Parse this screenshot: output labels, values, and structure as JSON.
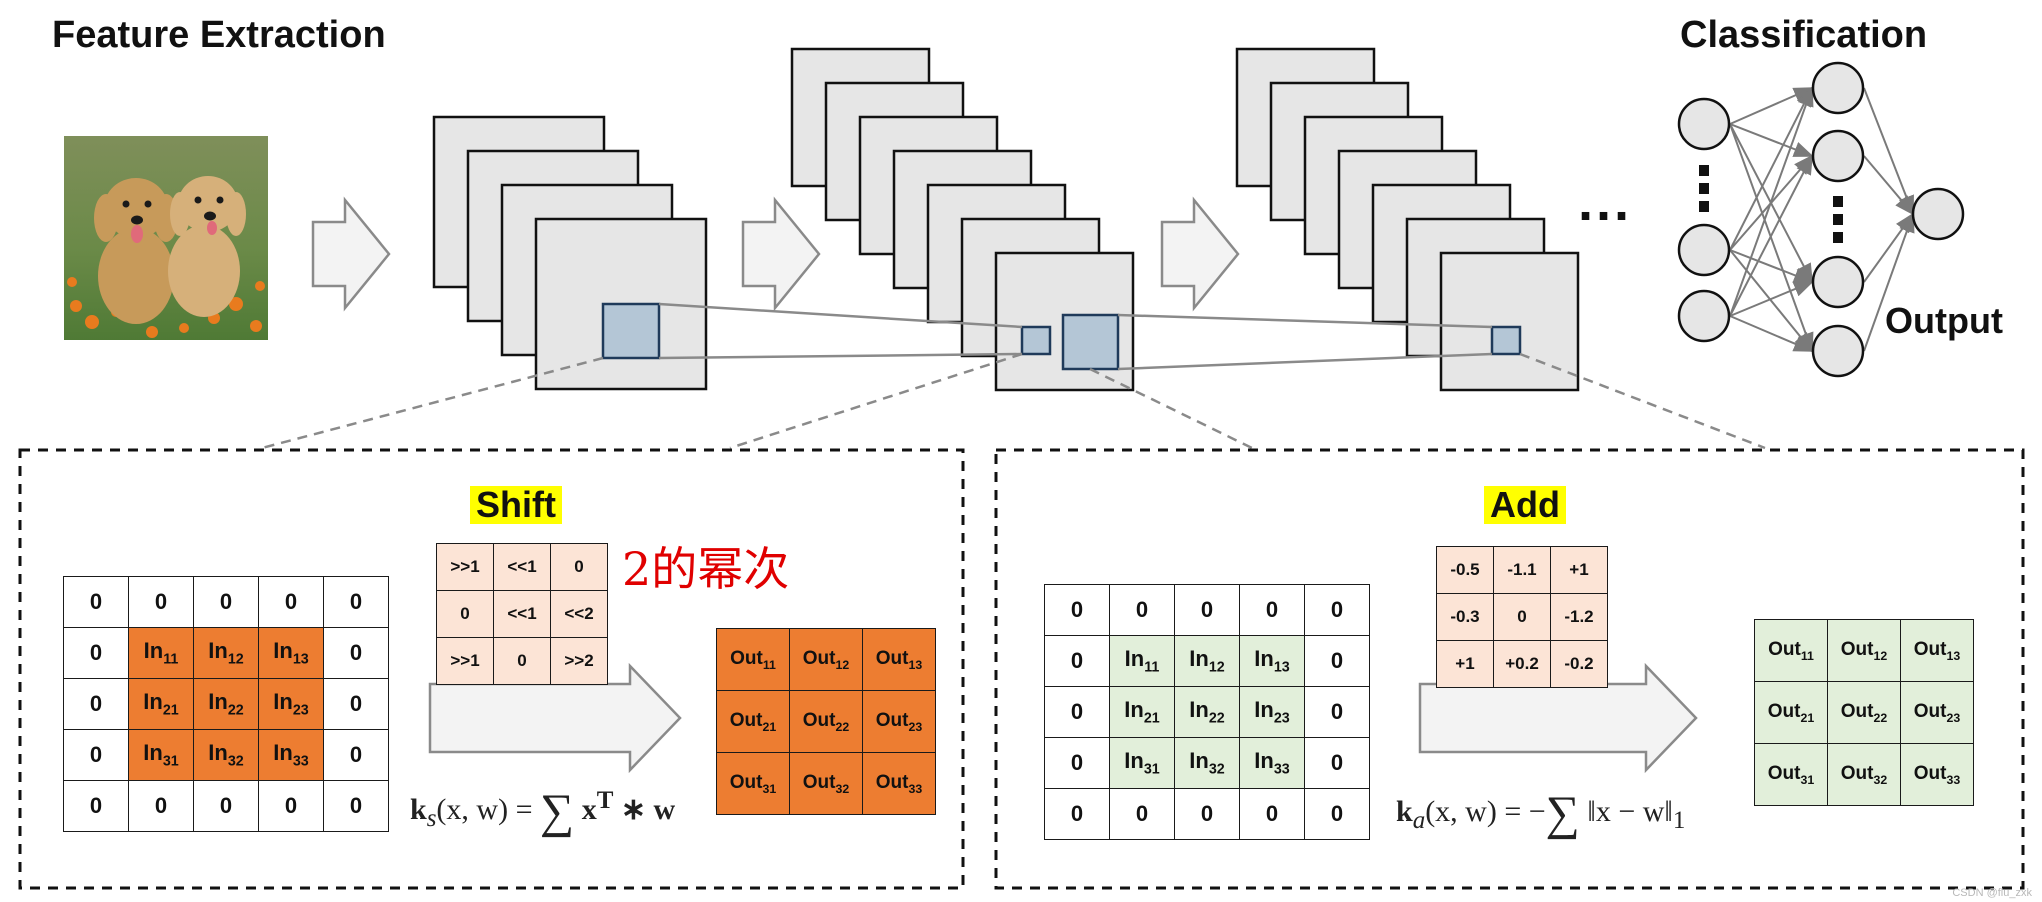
{
  "titles": {
    "feature_extraction": "Feature Extraction",
    "classification": "Classification",
    "output": "Output",
    "ellipsis": "···"
  },
  "shift_panel": {
    "label": "Shift",
    "annotation": "2的幂次",
    "formula_lhs": "k",
    "formula_sub": "s",
    "formula_args": "(x, w) = ",
    "formula_sum": "∑",
    "formula_rhs": " x",
    "formula_sup": "T",
    "formula_tail": " ∗ w",
    "input_grid": [
      [
        "0",
        "0",
        "0",
        "0",
        "0"
      ],
      [
        "0",
        "In11",
        "In12",
        "In13",
        "0"
      ],
      [
        "0",
        "In21",
        "In22",
        "In23",
        "0"
      ],
      [
        "0",
        "In31",
        "In32",
        "In33",
        "0"
      ],
      [
        "0",
        "0",
        "0",
        "0",
        "0"
      ]
    ],
    "kernel": [
      [
        ">>1",
        "<<1",
        "0"
      ],
      [
        "0",
        "<<1",
        "<<2"
      ],
      [
        ">>1",
        "0",
        ">>2"
      ]
    ],
    "output_grid": [
      [
        "Out11",
        "Out12",
        "Out13"
      ],
      [
        "Out21",
        "Out22",
        "Out23"
      ],
      [
        "Out31",
        "Out32",
        "Out33"
      ]
    ]
  },
  "add_panel": {
    "label": "Add",
    "formula_lhs": "k",
    "formula_sub": "a",
    "formula_args": "(x, w) = −",
    "formula_sum": "∑",
    "formula_rhs": " ‖x − w‖",
    "formula_norm_sub": "1",
    "input_grid": [
      [
        "0",
        "0",
        "0",
        "0",
        "0"
      ],
      [
        "0",
        "In11",
        "In12",
        "In13",
        "0"
      ],
      [
        "0",
        "In21",
        "In22",
        "In23",
        "0"
      ],
      [
        "0",
        "In31",
        "In32",
        "In33",
        "0"
      ],
      [
        "0",
        "0",
        "0",
        "0",
        "0"
      ]
    ],
    "kernel": [
      [
        "-0.5",
        "-1.1",
        "+1"
      ],
      [
        "-0.3",
        "0",
        "-1.2"
      ],
      [
        "+1",
        "+0.2",
        "-0.2"
      ]
    ],
    "output_grid": [
      [
        "Out11",
        "Out12",
        "Out13"
      ],
      [
        "Out21",
        "Out22",
        "Out23"
      ],
      [
        "Out31",
        "Out32",
        "Out33"
      ]
    ]
  },
  "watermark": "CSDN @flu_zxk",
  "colors": {
    "shift_fill": "#ed7d31",
    "add_fill": "#e2efda",
    "kernel_fill": "#fce4d6",
    "highlight": "#ffff00",
    "annotation": "#e00000",
    "feature_map": "#e6e6e6",
    "receptive_field": "#b4c6d6"
  }
}
